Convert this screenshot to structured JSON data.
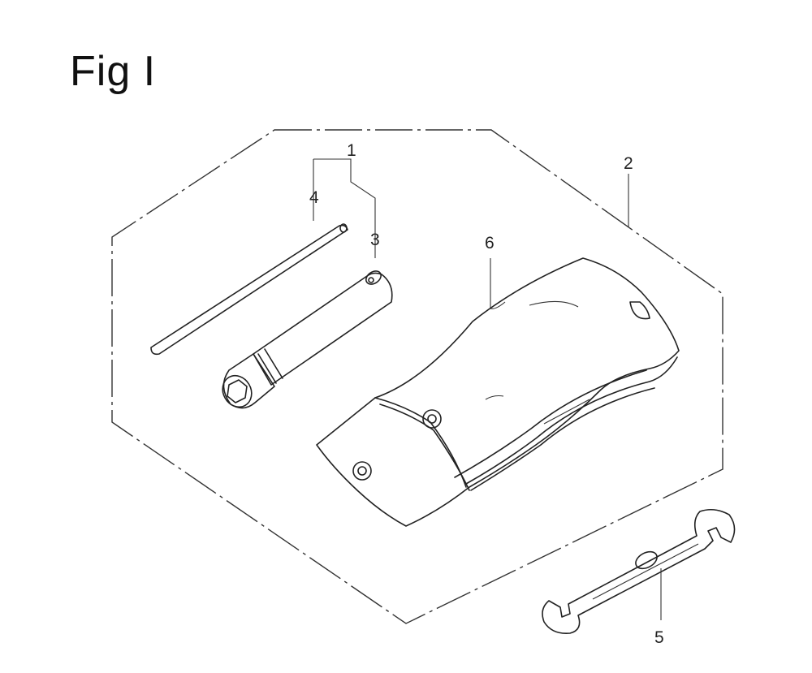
{
  "figure": {
    "title": "Fig I"
  },
  "callouts": [
    {
      "id": "1",
      "label": "1"
    },
    {
      "id": "2",
      "label": "2"
    },
    {
      "id": "3",
      "label": "3"
    },
    {
      "id": "4",
      "label": "4"
    },
    {
      "id": "5",
      "label": "5"
    },
    {
      "id": "6",
      "label": "6"
    }
  ],
  "parts": [
    {
      "id": "4",
      "icon": "extension-bar-icon"
    },
    {
      "id": "3",
      "icon": "plug-socket-wrench-icon"
    },
    {
      "id": "6",
      "icon": "tool-bag-icon"
    },
    {
      "id": "5",
      "icon": "open-end-wrench-icon"
    }
  ]
}
